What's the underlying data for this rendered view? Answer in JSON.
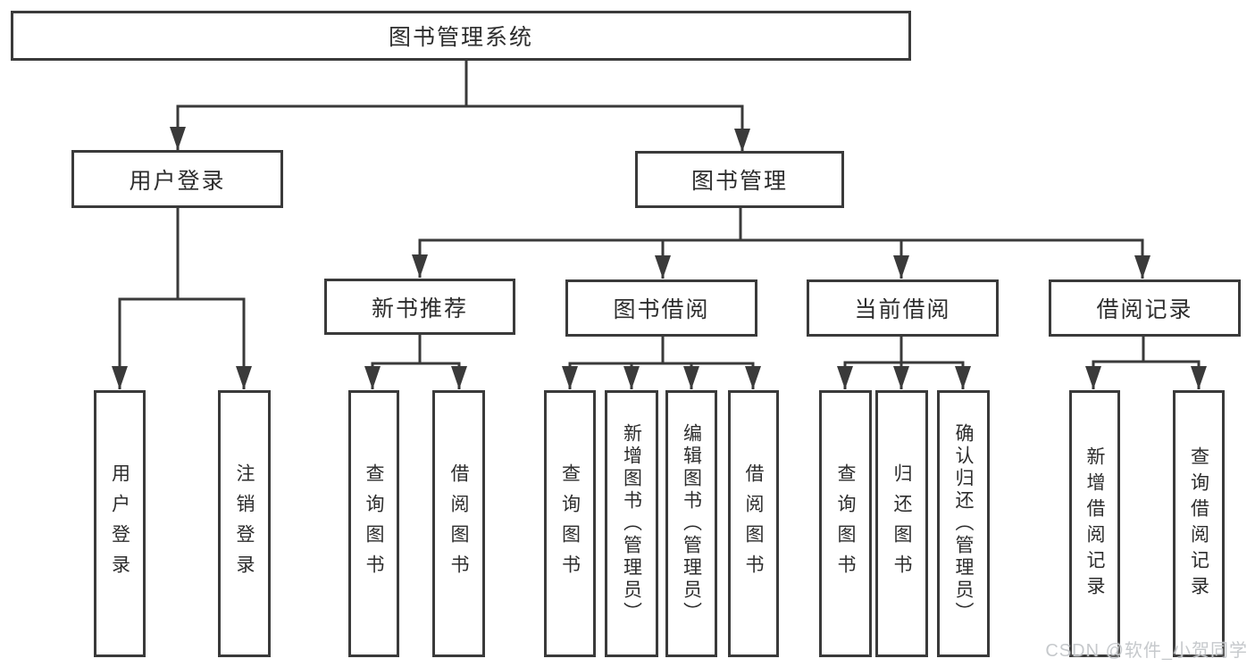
{
  "tree": {
    "root": "图书管理系统",
    "branches": [
      {
        "label": "用户登录",
        "children": [
          "用户登录",
          "注销登录"
        ]
      },
      {
        "label": "图书管理",
        "children": [
          {
            "label": "新书推荐",
            "children": [
              "查询图书",
              "借阅图书"
            ]
          },
          {
            "label": "图书借阅",
            "children": [
              "查询图书",
              "新增图书（管理员）",
              "编辑图书（管理员）",
              "借阅图书"
            ]
          },
          {
            "label": "当前借阅",
            "children": [
              "查询图书",
              "归还图书",
              "确认归还（管理员）"
            ]
          },
          {
            "label": "借阅记录",
            "children": [
              "新增借阅记录",
              "查询借阅记录"
            ]
          }
        ]
      }
    ]
  },
  "watermark": {
    "text": "CSDN @软件_小贺同学",
    "color": "#c3c6c9"
  },
  "colors": {
    "line": "#3a3a3a",
    "box_border": "#3a3a3a",
    "text": "#2d2d2d",
    "background": "#ffffff"
  }
}
